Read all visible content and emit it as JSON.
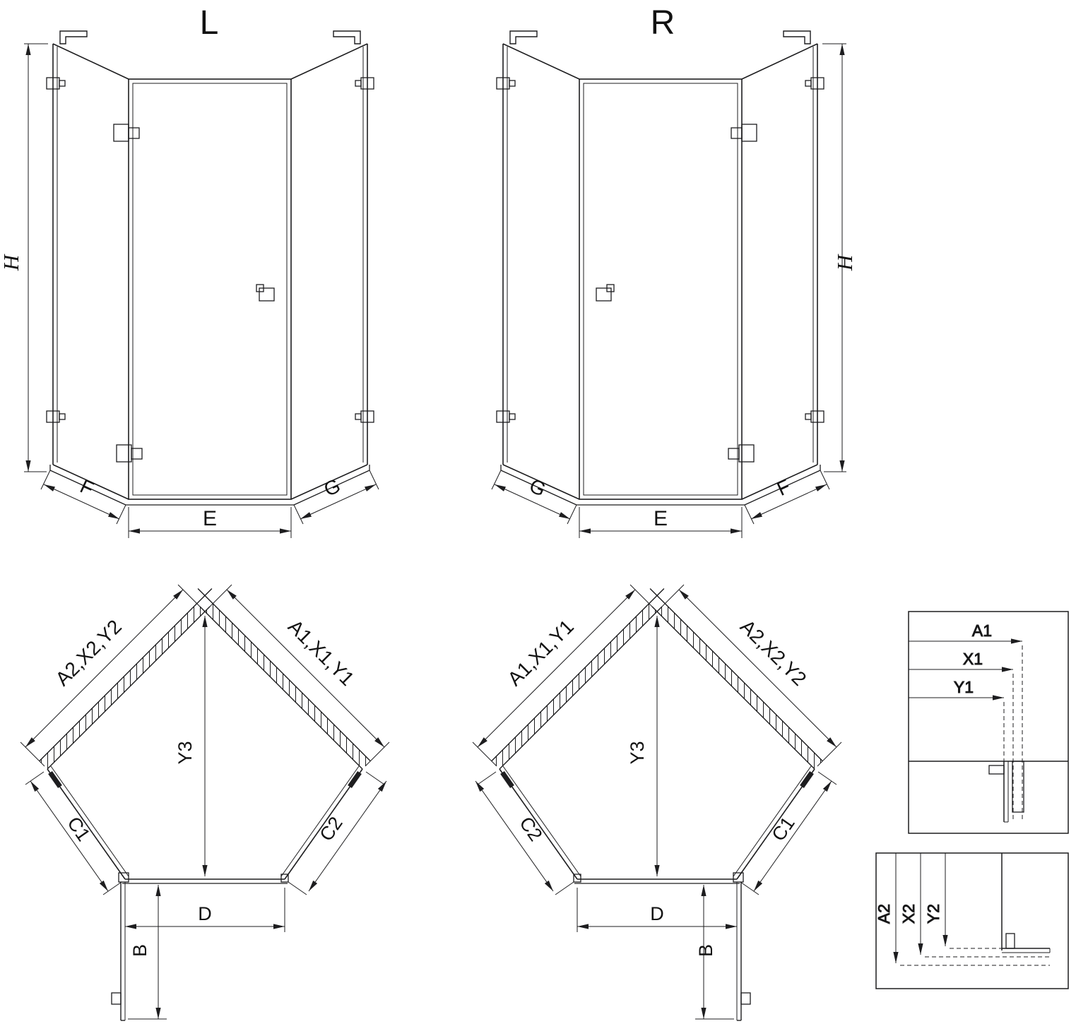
{
  "drawing": {
    "colors": {
      "line": "#1d1d1f",
      "background": "#ffffff"
    },
    "elevation_left": {
      "title": "L",
      "dim_height": "H",
      "dim_left_panel": "F",
      "dim_door": "E",
      "dim_right_panel": "G"
    },
    "elevation_right": {
      "title": "R",
      "dim_height": "H",
      "dim_left_panel": "G",
      "dim_door": "E",
      "dim_right_panel": "F"
    },
    "plan_left": {
      "dim_wall_left": "A2,X2,Y2",
      "dim_wall_right": "A1,X1,Y1",
      "dim_depth": "Y3",
      "dim_side_left": "C1",
      "dim_side_right": "C2",
      "dim_door_width": "D",
      "dim_door_swing": "B"
    },
    "plan_right": {
      "dim_wall_left": "A1,X1,Y1",
      "dim_wall_right": "A2,X2,Y2",
      "dim_depth": "Y3",
      "dim_side_left": "C2",
      "dim_side_right": "C1",
      "dim_door_width": "D",
      "dim_door_swing": "B"
    },
    "detail_widths": {
      "labels": [
        "A1",
        "X1",
        "Y1"
      ]
    },
    "detail_depths": {
      "labels": [
        "A2",
        "X2",
        "Y2"
      ]
    }
  }
}
